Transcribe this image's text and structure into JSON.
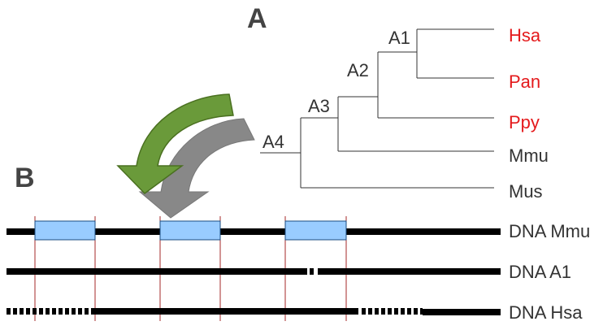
{
  "panels": {
    "a": "A",
    "b": "B"
  },
  "tree": {
    "nodes": [
      "A1",
      "A2",
      "A3",
      "A4"
    ],
    "leaves": [
      {
        "label": "Hsa",
        "color": "#e41a1c"
      },
      {
        "label": "Pan",
        "color": "#e41a1c"
      },
      {
        "label": "Ppy",
        "color": "#e41a1c"
      },
      {
        "label": "Mmu",
        "color": "#333333"
      },
      {
        "label": "Mus",
        "color": "#333333"
      }
    ]
  },
  "tracks": [
    {
      "label": "DNA Mmu"
    },
    {
      "label": "DNA A1"
    },
    {
      "label": "DNA Hsa"
    }
  ],
  "colors": {
    "arrow_front": "#6a9a3a",
    "arrow_back": "#888888",
    "block": "#99ccff",
    "divider": "#a52a2a"
  }
}
